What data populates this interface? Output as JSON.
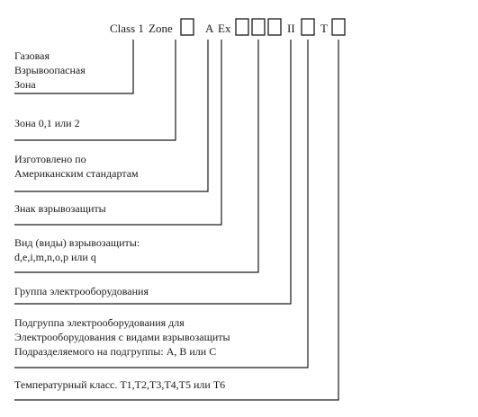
{
  "marking": {
    "class_label": "Class 1",
    "zone_label": "Zone",
    "a_label": "A",
    "ex_label": "Ex",
    "group_label": "II",
    "t_label": "T"
  },
  "descriptions": {
    "gas_zone": [
      "Газовая",
      "Взрывоопасная",
      "Зона"
    ],
    "zone_values": [
      "Зона 0,1 или 2"
    ],
    "american": [
      "Изготовлено по",
      "Американским стандартам"
    ],
    "ex_sign": [
      "Знак взрывозащиты"
    ],
    "protection_types": [
      "Вид (виды) взрывозащиты:",
      "d,e,i,m,n,o,p или q"
    ],
    "equipment_group": [
      "Группа электрооборудования"
    ],
    "subgroup": [
      "Подгруппа электрооборудования для",
      "Электрооборудования с видами взрывозащиты",
      "Подразделяемого на подгруппы: А, В или С"
    ],
    "temperature_class": [
      "Температурный класс. Т1,Т2,Т3,Т4,Т5 или Т6"
    ]
  }
}
